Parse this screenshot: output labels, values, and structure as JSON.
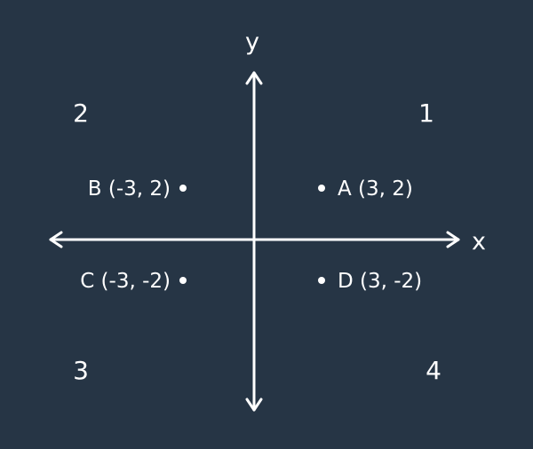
{
  "axes": {
    "x_label": "x",
    "y_label": "y"
  },
  "quadrants": [
    {
      "id": "q1",
      "label": "1",
      "sx": 1,
      "sy": 1
    },
    {
      "id": "q2",
      "label": "2",
      "sx": -1,
      "sy": 1
    },
    {
      "id": "q3",
      "label": "3",
      "sx": -1,
      "sy": -1
    },
    {
      "id": "q4",
      "label": "4",
      "sx": 1,
      "sy": -1
    }
  ],
  "points": [
    {
      "id": "a",
      "label": "A (3, 2)",
      "x": 3,
      "y": 2
    },
    {
      "id": "b",
      "label": "B (-3, 2)",
      "x": -3,
      "y": 2
    },
    {
      "id": "c",
      "label": "C (-3, -2)",
      "x": -3,
      "y": -2
    },
    {
      "id": "d",
      "label": "D (3, -2)",
      "x": 3,
      "y": -2
    }
  ],
  "colors": {
    "background": "#263545",
    "foreground": "#ffffff"
  }
}
